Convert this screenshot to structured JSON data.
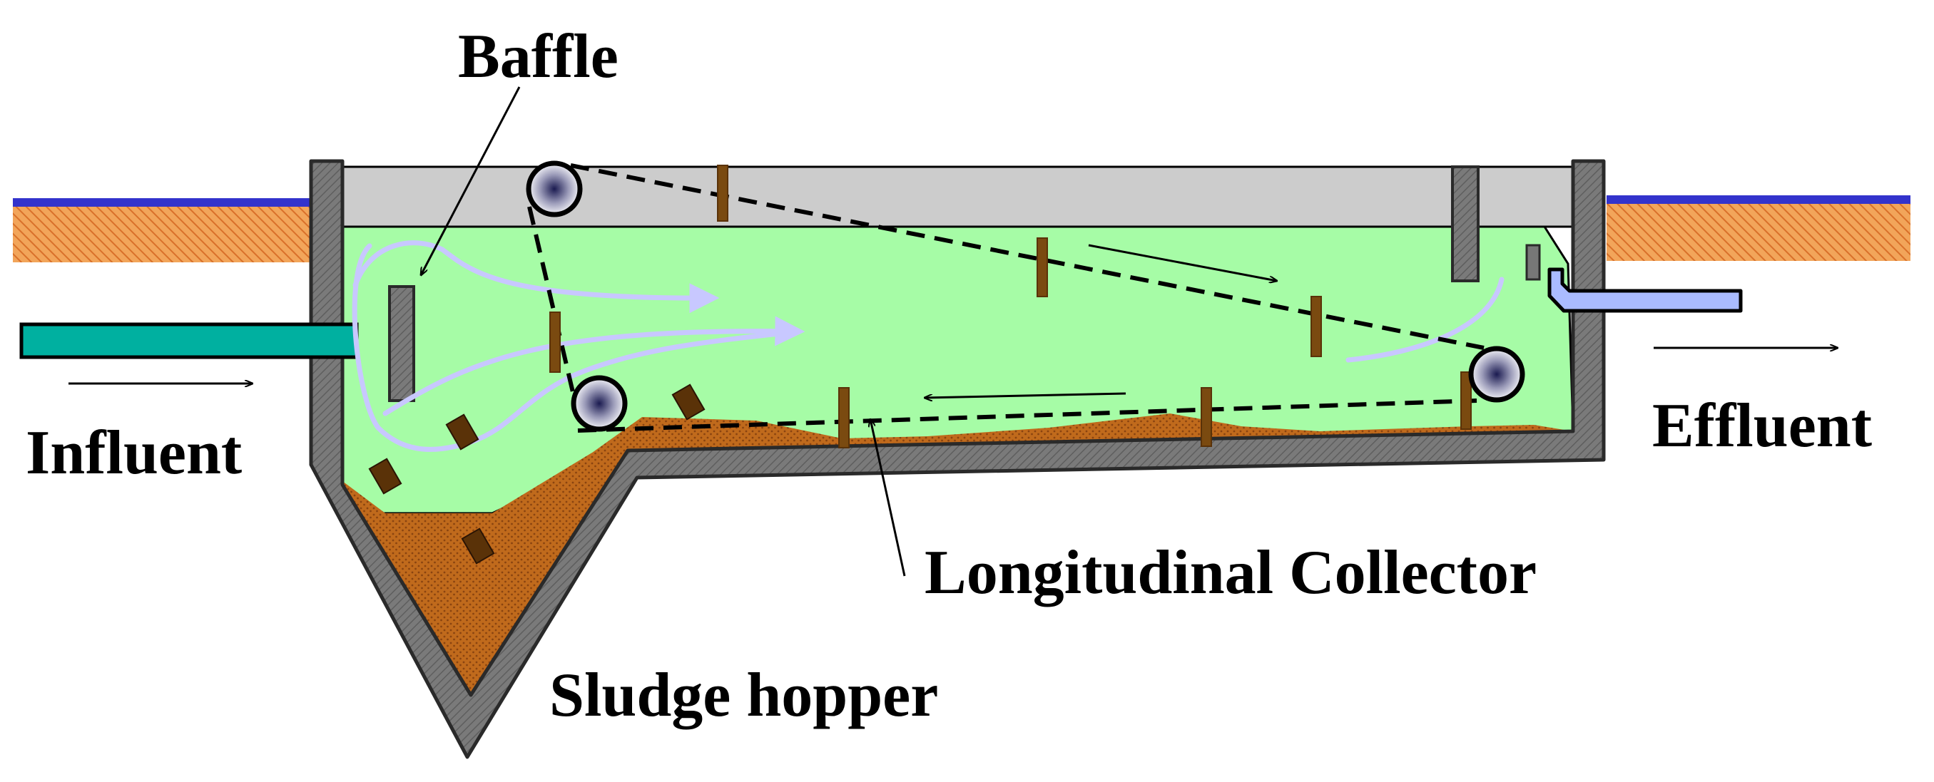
{
  "labels": {
    "baffle": "Baffle",
    "influent": "Influent",
    "effluent": "Effluent",
    "longitudinal_collector": "Longitudinal Collector",
    "sludge_hopper": "Sludge hopper"
  },
  "colors": {
    "water": "#a6fca6",
    "concrete": "#707070",
    "walkway": "#cccccc",
    "sludge": "#b5651d",
    "soil": "#f0a050",
    "ground_line": "#3333cc",
    "influent_pipe": "#00b0a0",
    "effluent_pipe": "#aabbff",
    "flight": "#7a4a10",
    "particle": "#5a3208",
    "flow_arrow": "#c8c8ff"
  }
}
